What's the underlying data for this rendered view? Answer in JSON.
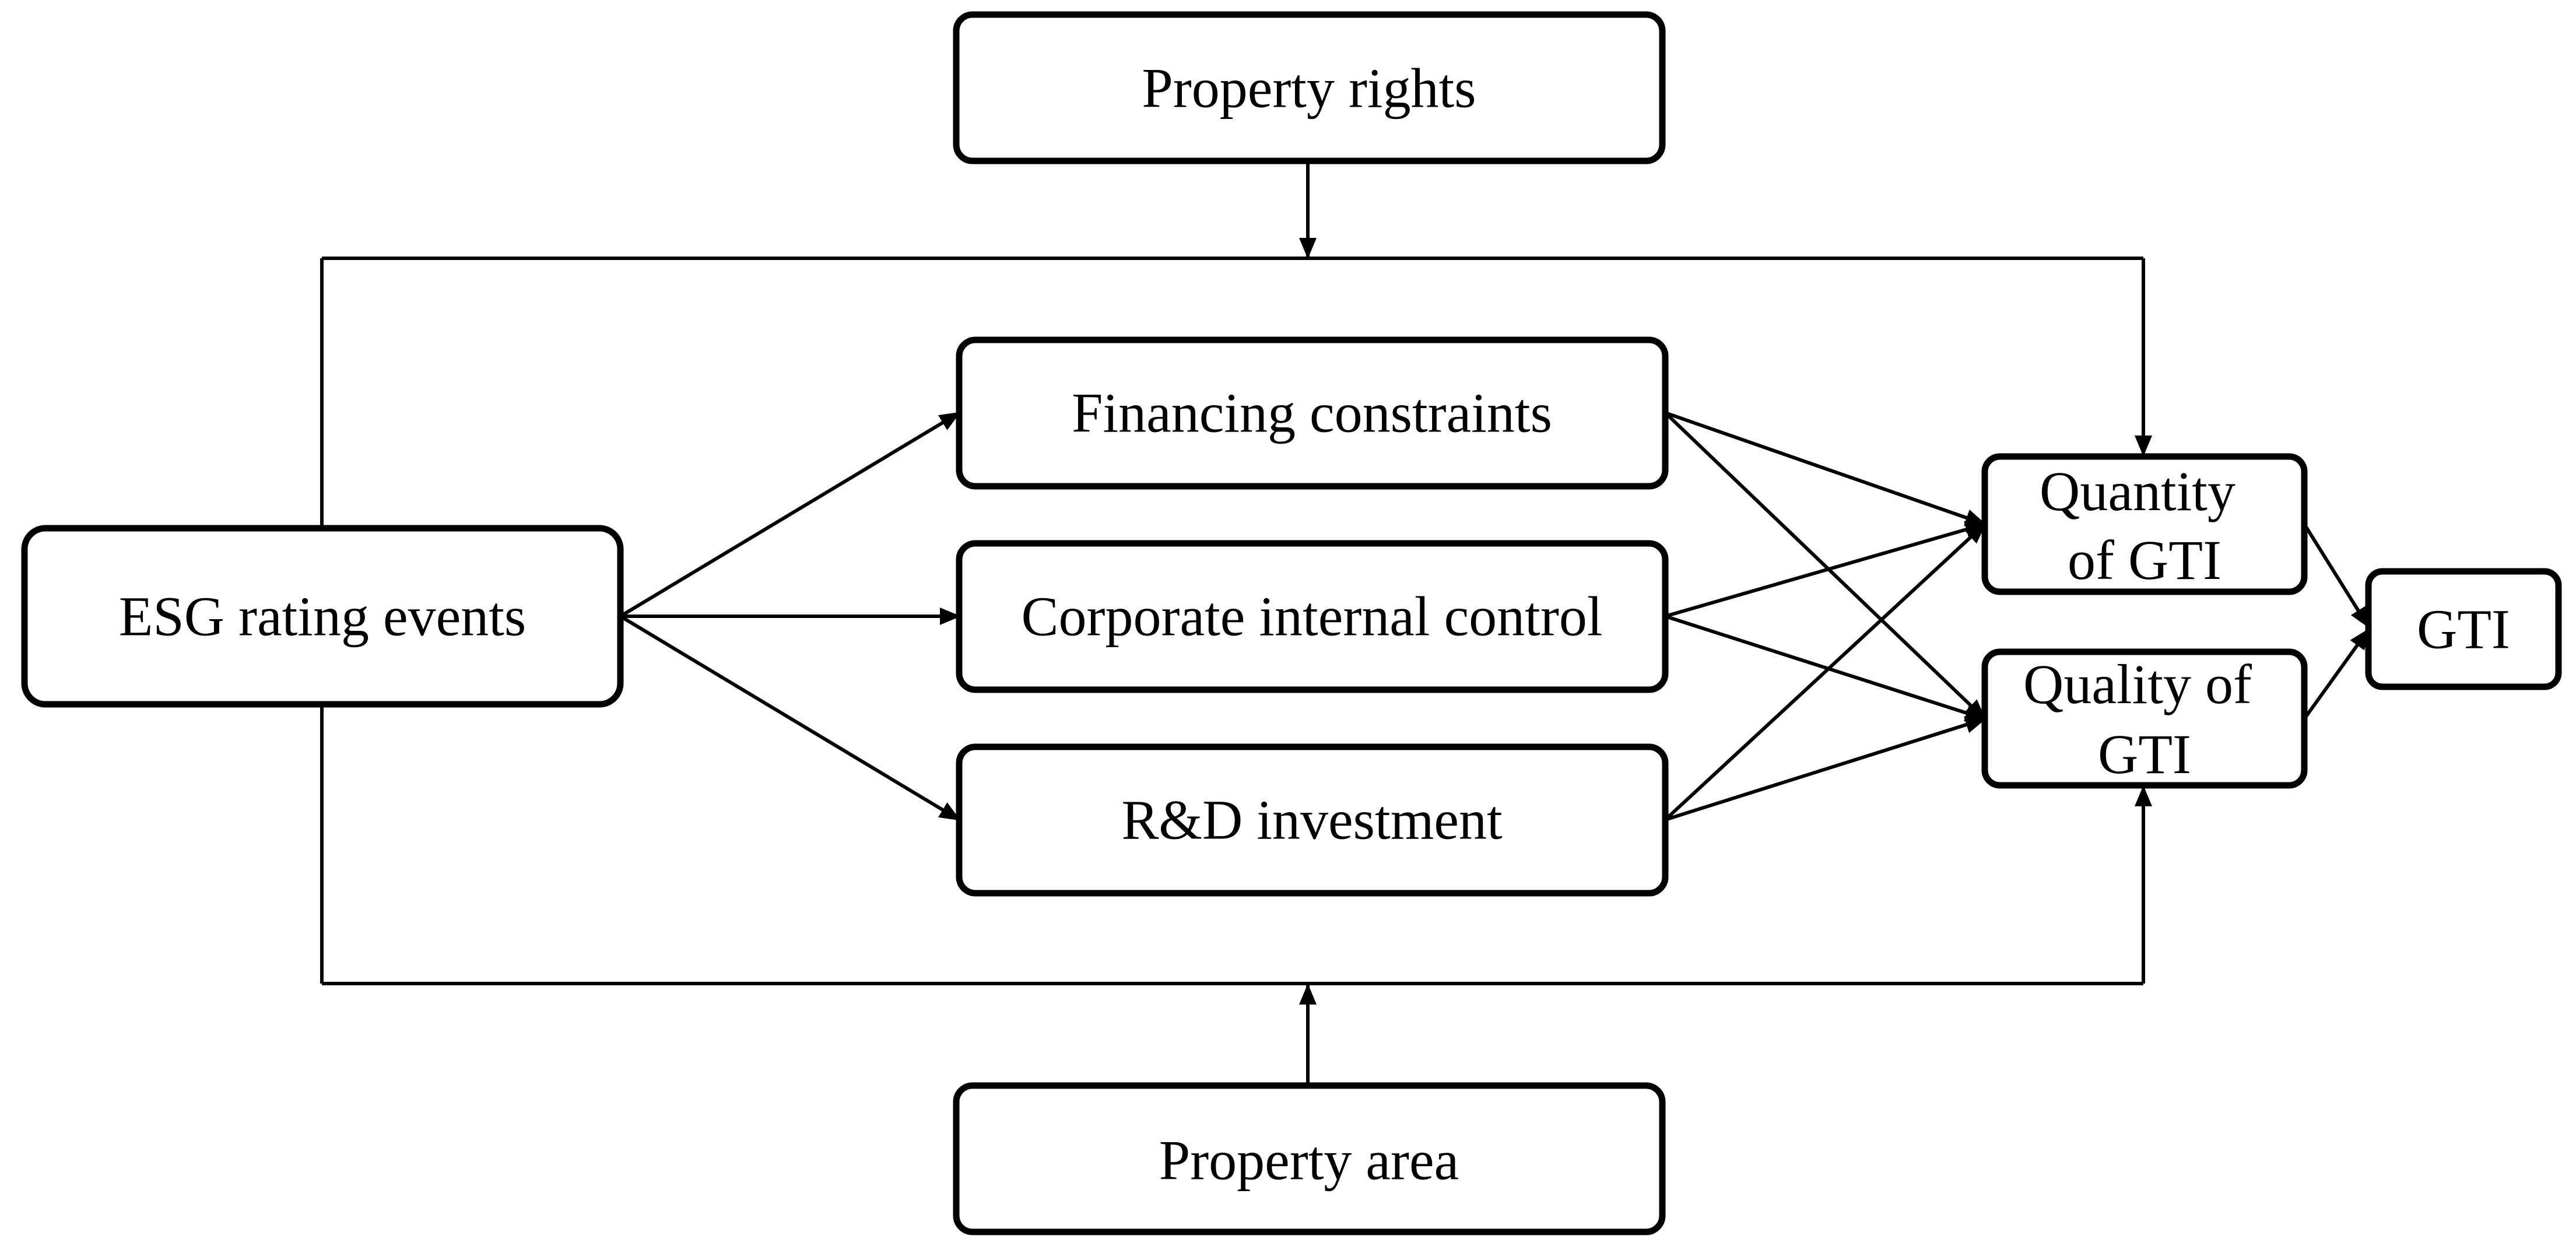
{
  "diagram": {
    "nodes": {
      "property_rights": "Property rights",
      "esg_rating_events": "ESG rating events",
      "financing_constraints": "Financing constraints",
      "corporate_internal_control": "Corporate internal control",
      "rd_investment": "R&D investment",
      "quantity_of_gti": [
        "Quantity",
        "of GTI"
      ],
      "quality_of_gti": [
        "Quality of",
        "GTI"
      ],
      "gti": "GTI",
      "property_area": "Property area"
    },
    "edges": [
      {
        "from": "property_rights",
        "to": "moderation-frame-top"
      },
      {
        "from": "property_area",
        "to": "moderation-frame-bottom"
      },
      {
        "from": "moderation-frame",
        "to": "quantity_of_gti"
      },
      {
        "from": "moderation-frame",
        "to": "quality_of_gti"
      },
      {
        "from": "esg_rating_events",
        "to": "financing_constraints"
      },
      {
        "from": "esg_rating_events",
        "to": "corporate_internal_control"
      },
      {
        "from": "esg_rating_events",
        "to": "rd_investment"
      },
      {
        "from": "financing_constraints",
        "to": "quantity_of_gti"
      },
      {
        "from": "financing_constraints",
        "to": "quality_of_gti"
      },
      {
        "from": "corporate_internal_control",
        "to": "quantity_of_gti"
      },
      {
        "from": "corporate_internal_control",
        "to": "quality_of_gti"
      },
      {
        "from": "rd_investment",
        "to": "quantity_of_gti"
      },
      {
        "from": "rd_investment",
        "to": "quality_of_gti"
      },
      {
        "from": "quantity_of_gti",
        "to": "gti"
      },
      {
        "from": "quality_of_gti",
        "to": "gti"
      }
    ],
    "colors": {
      "stroke": "#000000",
      "fill": "#ffffff",
      "background": "#ffffff"
    }
  }
}
